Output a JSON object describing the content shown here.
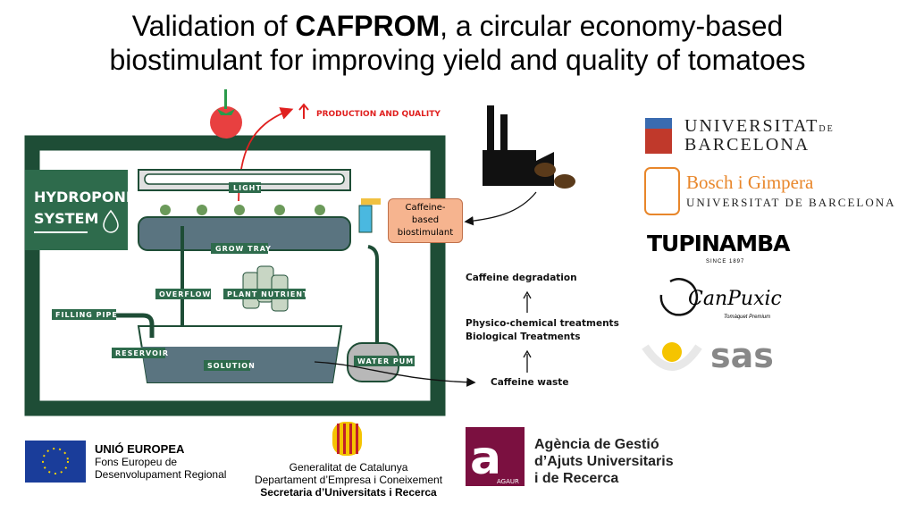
{
  "title": {
    "line1_pre": "Validation of ",
    "line1_bold": "CAFPROM",
    "line1_post": ", a circular economy-based",
    "line2": "biostimulant for improving yield and quality of tomatoes"
  },
  "diagram": {
    "system_label_1": "HYDROPONIC",
    "system_label_2": "SYSTEM",
    "production": "PRODUCTION AND QUALITY",
    "light": "LIGHT",
    "grow_tray": "GROW TRAY",
    "overflow": "OVERFLOW",
    "plant_nutrients": "PLANT NUTRIENTS",
    "filling_pipe": "FILLING PIPE",
    "reservoir": "RESERVOIR",
    "solution": "SOLUTION",
    "water_pump": "WATER PUMP",
    "biostimulant": [
      "Caffeine-",
      "based",
      "biostimulant"
    ]
  },
  "process": {
    "degradation": "Caffeine degradation",
    "treatment1": "Physico-chemical treatments",
    "treatment2": "Biological Treatments",
    "waste": "Caffeine waste"
  },
  "partners": {
    "ub_1": "UNIVERSITAT",
    "ub_de": "DE",
    "ub_2": "BARCELONA",
    "bosch_1": "Bosch i Gimpera",
    "bosch_2": "UNIVERSITAT DE BARCELONA",
    "tupinamba": "TUPINAMBA",
    "tupinamba_sub": "SINCE 1897",
    "canpuxic": "CanPuxic",
    "canpuxic_sub": "Tomàquet Premium",
    "sas": "sas"
  },
  "funders": {
    "eu_1": "UNIÓ EUROPEA",
    "eu_2": "Fons Europeu de",
    "eu_3": "Desenvolupament Regional",
    "gen_1": "Generalitat de Catalunya",
    "gen_2": "Departament d’Empresa i Coneixement",
    "gen_3": "Secretaria d’Universitats i Recerca",
    "agaur_short": "AGAUR",
    "agaur_1": "Agència de Gestió",
    "agaur_2": "d’Ajuts Universitaris",
    "agaur_3": "i de Recerca"
  },
  "colors": {
    "green": "#1e4d36",
    "red": "#e0201f",
    "agaur": "#7b1040",
    "orange": "#e8862a"
  }
}
